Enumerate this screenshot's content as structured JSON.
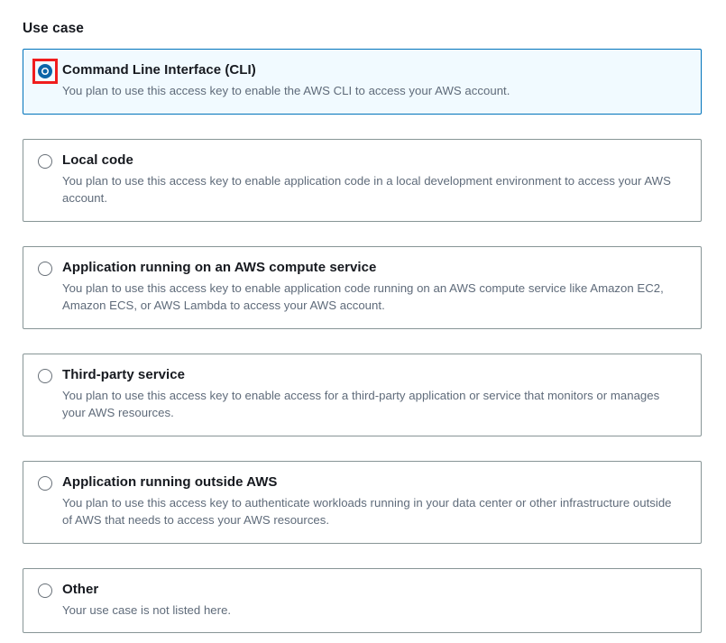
{
  "section": {
    "heading": "Use case"
  },
  "colors": {
    "selected_border": "#0073bb",
    "selected_background": "#f1faff",
    "card_border": "#879596",
    "radio_checked": "#0a65a8",
    "highlight_annotation": "#f01d1d",
    "title_text": "#16191f",
    "description_text": "#5f6b7a"
  },
  "options": [
    {
      "id": "cli",
      "title": "Command Line Interface (CLI)",
      "description": "You plan to use this access key to enable the AWS CLI to access your AWS account.",
      "selected": true,
      "highlighted": true
    },
    {
      "id": "local-code",
      "title": "Local code",
      "description": "You plan to use this access key to enable application code in a local development environment to access your AWS account.",
      "selected": false,
      "highlighted": false
    },
    {
      "id": "aws-compute-service",
      "title": "Application running on an AWS compute service",
      "description": "You plan to use this access key to enable application code running on an AWS compute service like Amazon EC2, Amazon ECS, or AWS Lambda to access your AWS account.",
      "selected": false,
      "highlighted": false
    },
    {
      "id": "third-party-service",
      "title": "Third-party service",
      "description": "You plan to use this access key to enable access for a third-party application or service that monitors or manages your AWS resources.",
      "selected": false,
      "highlighted": false
    },
    {
      "id": "outside-aws",
      "title": "Application running outside AWS",
      "description": "You plan to use this access key to authenticate workloads running in your data center or other infrastructure outside of AWS that needs to access your AWS resources.",
      "selected": false,
      "highlighted": false
    },
    {
      "id": "other",
      "title": "Other",
      "description": "Your use case is not listed here.",
      "selected": false,
      "highlighted": false
    }
  ]
}
